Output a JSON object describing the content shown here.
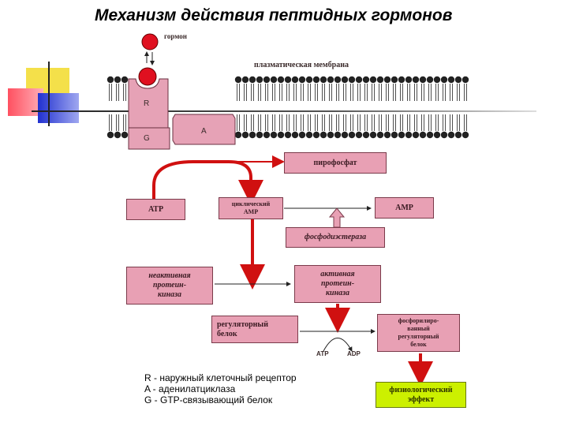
{
  "title": "Механизм действия пептидных гормонов",
  "diagram": {
    "hormone_label": "гормон",
    "membrane_label": "плазматическая мембрана",
    "receptor": "R",
    "g_protein": "G",
    "adenylate": "A",
    "pyrophosphate": "пирофосфат",
    "atp": "АТР",
    "cyclic_amp_line1": "циклический",
    "cyclic_amp_line2": "АМР",
    "amp": "АМР",
    "phosphodiesterase": "фосфодиэстераза",
    "inactive_kinase_line1": "неактивная",
    "inactive_kinase_line2": "протеин-",
    "inactive_kinase_line3": "киназа",
    "active_kinase_line1": "активная",
    "active_kinase_line2": "протеин-",
    "active_kinase_line3": "киназа",
    "regulatory_line1": "регуляторный",
    "regulatory_line2": "белок",
    "atp_small": "АТР",
    "adp_small": "ADP",
    "phospho_line1": "фосфорилиро-",
    "phospho_line2": "ванный",
    "phospho_line3": "регуляторный",
    "phospho_line4": "белок",
    "effect_line1": "физиологический",
    "effect_line2": "эффект"
  },
  "legend": {
    "r": "R - наружный клеточный рецептор",
    "a": "A - аденилатциклаза",
    "g": "G - GTP-связывающий белок"
  },
  "colors": {
    "box": "#e8a0b4",
    "arrow_red": "#d01010",
    "effect": "#ccf000",
    "membrane": "#222222"
  }
}
